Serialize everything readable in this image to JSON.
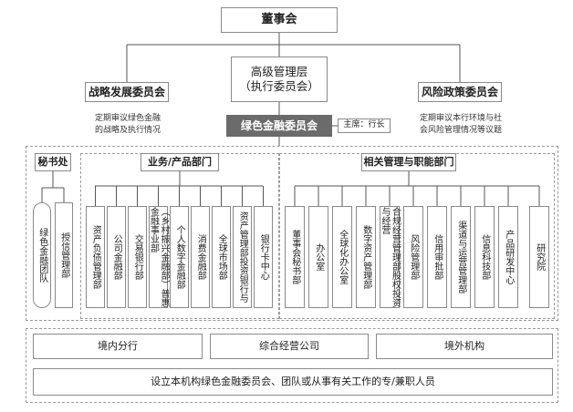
{
  "board": "董事会",
  "senior_management": {
    "line1": "高级管理层",
    "line2": "（执行委员会）"
  },
  "strategy_committee": {
    "title": "战略发展委员会",
    "note_line1": "定期审议绿色金融",
    "note_line2": "的战略及执行情况"
  },
  "risk_committee": {
    "title": "风险政策委员会",
    "note_line1": "定期审议本行环境与社",
    "note_line2": "会风险管理情况等议题"
  },
  "green_committee": {
    "title": "绿色金融委员会",
    "chair": "主席：行长"
  },
  "secretariat": {
    "title": "秘书处",
    "units": [
      "绿色金融团队",
      "授信管理部"
    ]
  },
  "business": {
    "title": "业务/产品部门",
    "units": [
      "资产负债管理部",
      "公司金融部",
      "交易银行部",
      "（乡村振兴金融部）普惠金融事业部",
      "个人数字金融部",
      "消费金融部",
      "全球市场部",
      "资产管理部投资银行与",
      "银行卡中心"
    ]
  },
  "functions": {
    "title": "相关管理与职能部门",
    "units": [
      "董事会秘书部",
      "办公室",
      "全球化办公室",
      "数字资产管理部",
      "合规经营管理部股权投资与经营",
      "风险管理部",
      "信用审批部",
      "渠道与运营管理部",
      "信息科技部",
      "产品研发中心",
      "研究院"
    ]
  },
  "bottom": {
    "domestic": "境内分行",
    "integrated": "综合经营公司",
    "overseas": "境外机构",
    "footer": "设立本机构绿色金融委员会、团队或从事有关工作的专/兼职人员"
  },
  "colors": {
    "green_committee_bg": "#6b6b6b",
    "border": "#8a8a8a",
    "line": "#555555"
  }
}
